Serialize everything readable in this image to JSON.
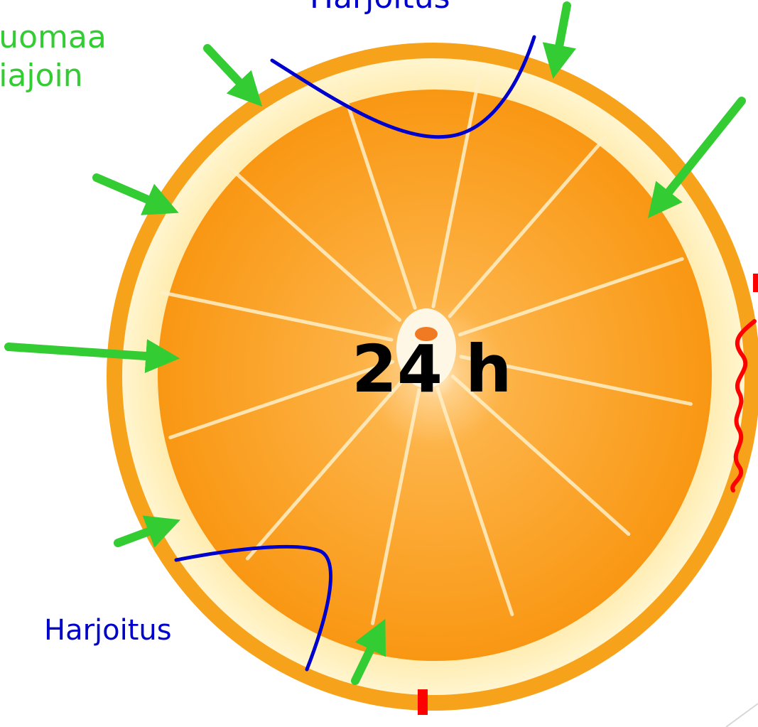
{
  "center_label": "24 h",
  "top_left_label": {
    "lines": [
      "juomaa",
      "liajoin"
    ]
  },
  "top_label": "Harjoitus",
  "bottom_label": "Harjoitus",
  "colors": {
    "hydration_arrow": "#33cc33",
    "exercise_curve": "#0000cc",
    "heat_wave": "#ff0000",
    "text_hydration": "#33cc33",
    "text_exercise": "#0000cc",
    "orange_rind": "#f7a21b",
    "orange_pith": "#fff2c0",
    "orange_flesh": "#fb9a1a"
  },
  "icons": [
    "orange-slice-image",
    "hydration-arrow",
    "exercise-curve",
    "heat-wave",
    "red-marker"
  ]
}
